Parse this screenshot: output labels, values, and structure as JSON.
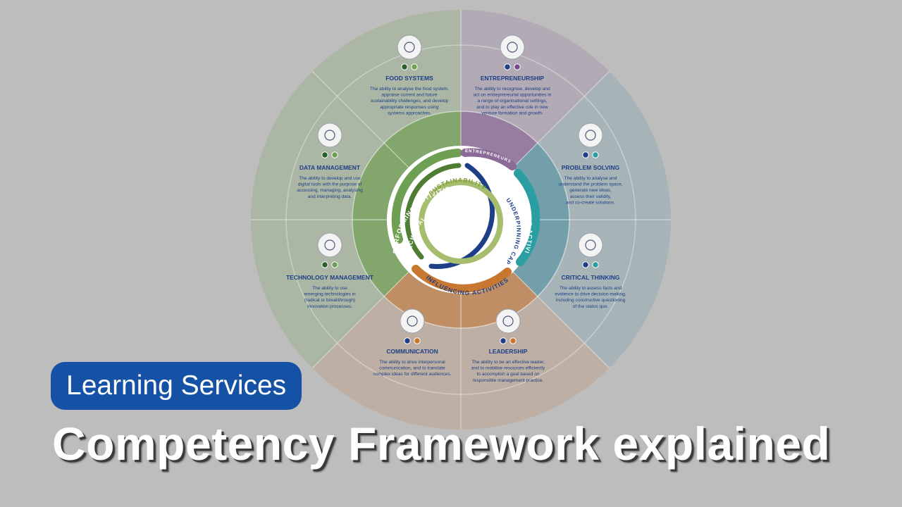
{
  "core": {
    "label": "SUSTAINABILITY"
  },
  "rings": {
    "performing": "PERFORMING ACTIVITIES",
    "technical": "TECHNICAL CAPABILITIES",
    "entrepreneurship": "ENTREPRENEURSHIP",
    "thinking": "THINKING ACTIVITIES",
    "underpinning": "UNDERPINNING CAPABILITIES",
    "influencing": "INFLUENCING ACTIVITIES"
  },
  "segments": [
    {
      "id": "food",
      "title": "FOOD SYSTEMS",
      "icon": "compass-icon",
      "desc": [
        "The ability to analyse the food system,",
        "appraise current and future",
        "sustainability challenges, and develop",
        "appropriate responses using",
        "systems approaches."
      ]
    },
    {
      "id": "entre",
      "title": "ENTREPRENEURSHIP",
      "icon": "hand-plant-icon",
      "desc": [
        "The ability to recognise, develop and",
        "act on entrepreneurial opportunities in",
        "a range of organisational settings,",
        "and to play an effective role in new",
        "venture formation and growth."
      ]
    },
    {
      "id": "data",
      "title": "DATA MANAGEMENT",
      "icon": "cloud-chart-icon",
      "desc": [
        "The ability to develop and use",
        "digital tools with the purpose of",
        "accessing, managing, analysing",
        "and interpreting data."
      ]
    },
    {
      "id": "problem",
      "title": "PROBLEM SOLVING",
      "icon": "lightbulb-icon",
      "desc": [
        "The ability to analyse and",
        "understand the problem space,",
        "generate new ideas,",
        "assess their validity,",
        "and co-create solutions."
      ]
    },
    {
      "id": "tech",
      "title": "TECHNOLOGY MANAGEMENT",
      "icon": "brain-gear-icon",
      "desc": [
        "The ability to use",
        "emerging technologies in",
        "(radical or breakthrough)",
        "innovation processes."
      ]
    },
    {
      "id": "critical",
      "title": "CRITICAL THINKING",
      "icon": "brain-cycle-icon",
      "desc": [
        "The ability to assess facts and",
        "evidence to drive decision-making,",
        "including constructive questioning",
        "of the status quo."
      ]
    },
    {
      "id": "comm",
      "title": "COMMUNICATION",
      "icon": "speech-bubble-icon",
      "desc": [
        "The ability to drive interpersonal",
        "communication, and to translate",
        "complex ideas for different audiences."
      ]
    },
    {
      "id": "lead",
      "title": "LEADERSHIP",
      "icon": "team-icon",
      "desc": [
        "The ability to be an effective leader,",
        "and to mobilise resources efficiently",
        "to accomplish a goal based on",
        "responsible management practice."
      ]
    }
  ],
  "colors": {
    "background": "#bdbdbd",
    "green": "#6f9f52",
    "purple": "#8b6a98",
    "teal": "#5a95a3",
    "orange": "#c17f47",
    "navy": "#1d3f87",
    "core_ring": "#a6bd6d"
  },
  "badge": {
    "text": "Learning Services",
    "color": "#1552a6"
  },
  "headline": {
    "text": "Competency Framework explained"
  }
}
